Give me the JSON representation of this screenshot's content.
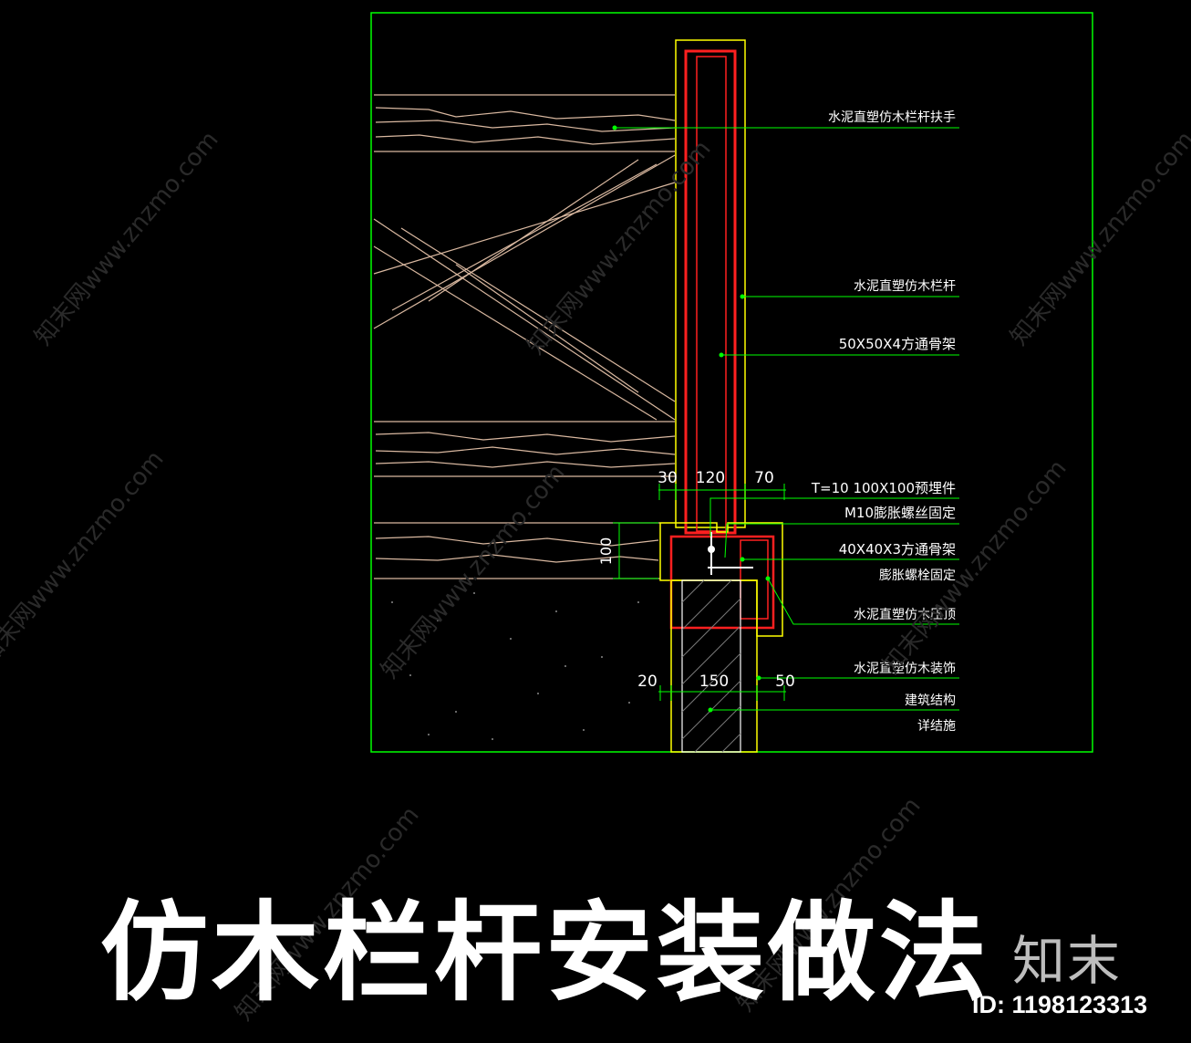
{
  "title": "仿木栏杆安装做法",
  "logo": "知末",
  "id": {
    "prefix": "ID: ",
    "value": "1198123313"
  },
  "watermark": {
    "text": "知末网www.znzmo.com"
  },
  "callouts": [
    "水泥直塑仿木栏杆扶手",
    "水泥直塑仿木栏杆",
    "50X50X4方通骨架",
    "T=10  100X100预埋件",
    "M10膨胀螺丝固定",
    "40X40X3方通骨架",
    "膨胀螺栓固定",
    "水泥直塑仿木压顶",
    "水泥直塑仿木装饰",
    "建筑结构",
    "详结施"
  ],
  "dimensions": {
    "top": [
      "30",
      "120",
      "70"
    ],
    "side": "100",
    "bottom": [
      "20",
      "150",
      "50"
    ]
  },
  "colors": {
    "background": "#000000",
    "frame": "#00ff00",
    "outline": "#ffff00",
    "core": "#ff2020",
    "wood": "#d9b8a0",
    "text": "#ffffff"
  }
}
